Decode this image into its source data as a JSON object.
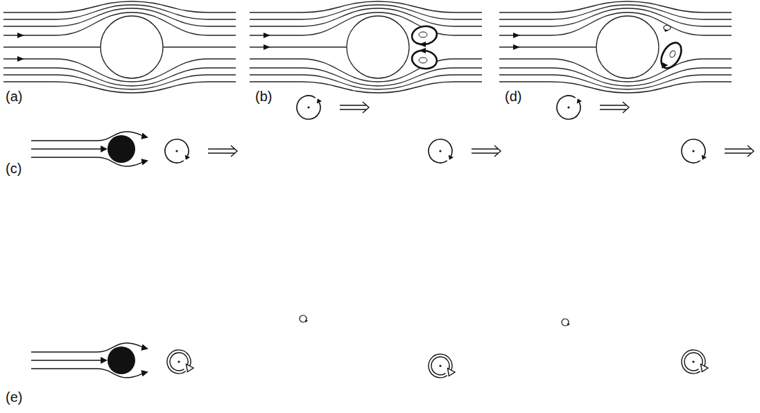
{
  "diagram": {
    "labels": [
      "(a)",
      "(b)",
      "(d)",
      "(c)",
      "(e)"
    ]
  }
}
